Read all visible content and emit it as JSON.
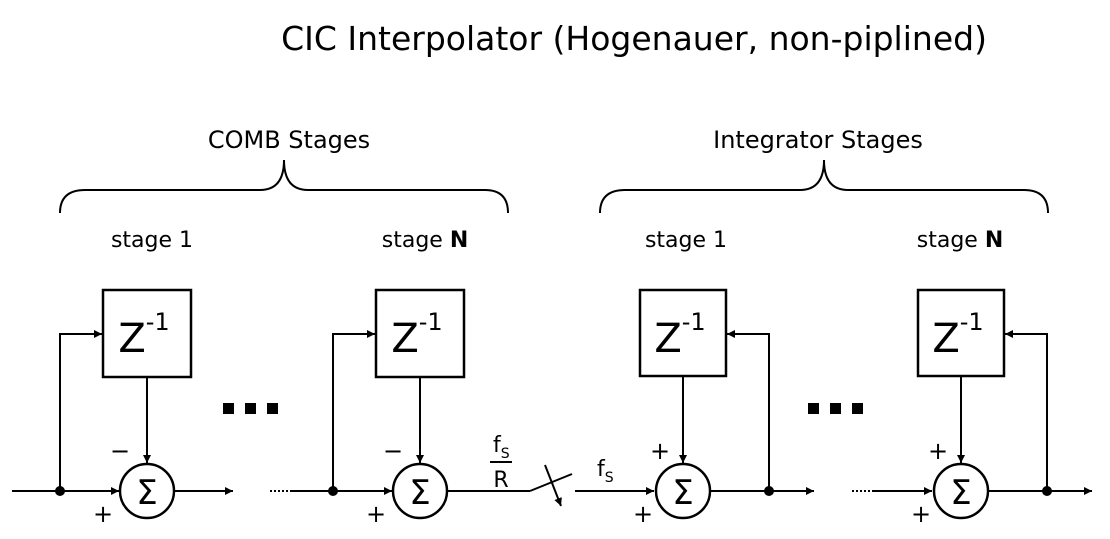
{
  "title": "CIC Interpolator (Hogenauer, non-piplined)",
  "groups": {
    "comb": {
      "label": "COMB Stages",
      "stage_first": "stage 1",
      "stage_last_prefix": "stage ",
      "stage_last_suffix": "N"
    },
    "integrator": {
      "label": "Integrator Stages",
      "stage_first": "stage 1",
      "stage_last_prefix": "stage ",
      "stage_last_suffix": "N"
    }
  },
  "delay": {
    "base": "Z",
    "exponent": "-1"
  },
  "sum_symbol": "Σ",
  "signs": {
    "plus": "+",
    "minus": "−"
  },
  "ellipsis": "...",
  "rate": {
    "before_num_base": "f",
    "before_num_sub": "S",
    "before_den": "R",
    "after_base": "f",
    "after_sub": "S"
  }
}
